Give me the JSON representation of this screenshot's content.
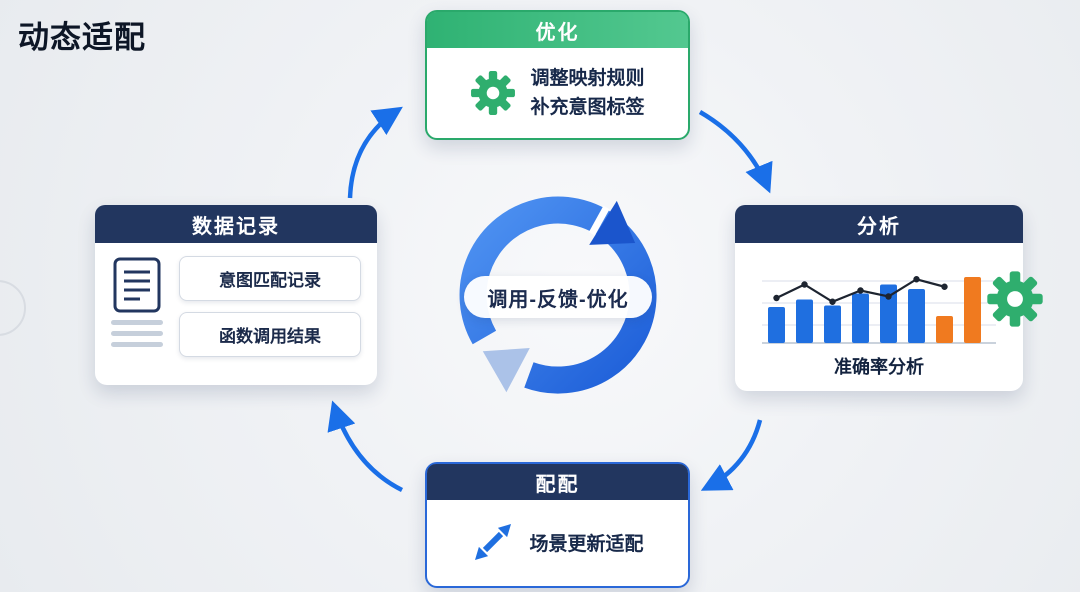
{
  "page": {
    "title": "动态适配"
  },
  "colors": {
    "navy_header": "#22365f",
    "blue": "#1f6fe0",
    "arrow_blue": "#1a6fe8",
    "ring_blue_dark": "#1d5ed8",
    "ring_blue_light": "#4f93f2",
    "light_arrow": "#abc2e8",
    "green": "#2fae6e",
    "orange": "#f07a1f",
    "text_dark": "#18294a"
  },
  "center": {
    "label": "调用-反馈-优化"
  },
  "cards": {
    "optimize": {
      "title": "优化",
      "icon": "gear-icon",
      "lines": [
        "调整映射规则",
        "补充意图标签"
      ]
    },
    "data_record": {
      "title": "数据记录",
      "icon": "document-list-icon",
      "items": [
        "意图匹配记录",
        "函数调用结果"
      ]
    },
    "analysis": {
      "title": "分析",
      "caption": "准确率分析",
      "side_icon": "gear-icon",
      "chart": {
        "type": "bar",
        "values": [
          48,
          58,
          50,
          66,
          78,
          72,
          36,
          88
        ],
        "bar_colors": [
          "blue",
          "blue",
          "blue",
          "blue",
          "blue",
          "blue",
          "orange",
          "orange"
        ],
        "line": [
          60,
          78,
          55,
          70,
          62,
          85,
          75
        ],
        "gridlines": 3
      }
    },
    "adapt": {
      "title": "配配",
      "icon": "diagonal-arrow-icon",
      "line": "场景更新适配"
    }
  }
}
